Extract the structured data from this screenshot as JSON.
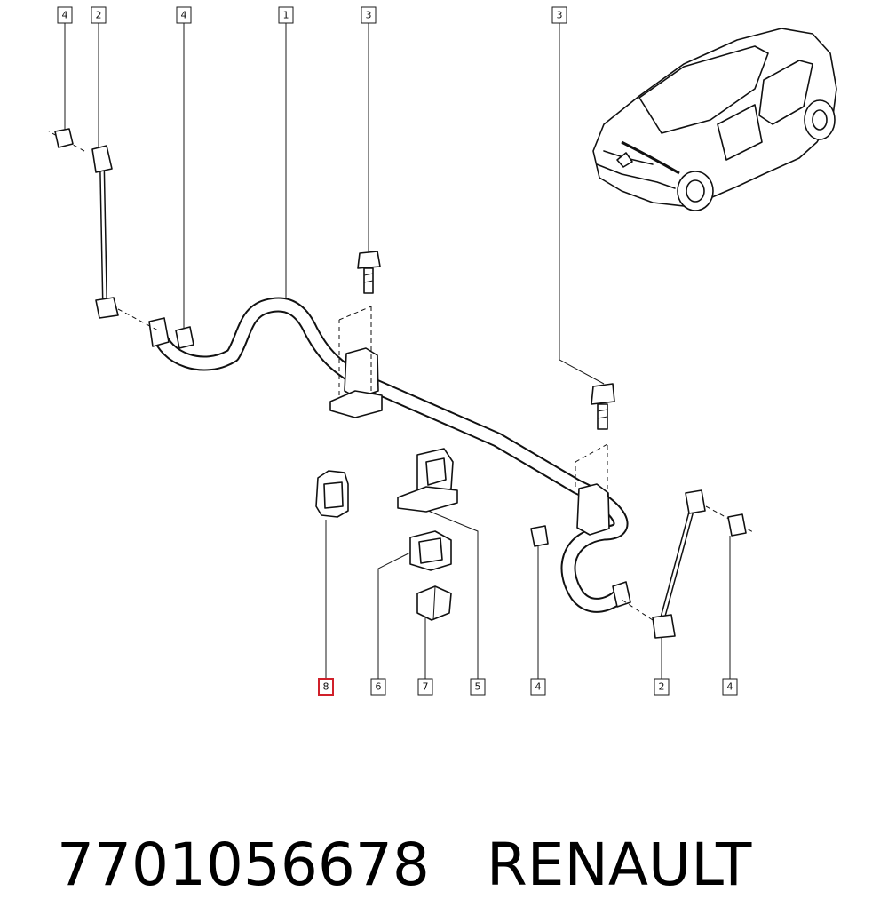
{
  "callouts": [
    {
      "id": "c4a",
      "label": "4",
      "highlight": false
    },
    {
      "id": "c2a",
      "label": "2",
      "highlight": false
    },
    {
      "id": "c4b",
      "label": "4",
      "highlight": false
    },
    {
      "id": "c1",
      "label": "1",
      "highlight": false
    },
    {
      "id": "c3a",
      "label": "3",
      "highlight": false
    },
    {
      "id": "c3b",
      "label": "3",
      "highlight": false
    },
    {
      "id": "c8",
      "label": "8",
      "highlight": true
    },
    {
      "id": "c6",
      "label": "6",
      "highlight": false
    },
    {
      "id": "c7",
      "label": "7",
      "highlight": false
    },
    {
      "id": "c5",
      "label": "5",
      "highlight": false
    },
    {
      "id": "c4c",
      "label": "4",
      "highlight": false
    },
    {
      "id": "c2b",
      "label": "2",
      "highlight": false
    },
    {
      "id": "c4d",
      "label": "4",
      "highlight": false
    }
  ],
  "caption": {
    "part_number": "7701056678",
    "brand": "RENAULT"
  },
  "colors": {
    "highlight": "#d0202a",
    "line": "#1a1a1a"
  }
}
